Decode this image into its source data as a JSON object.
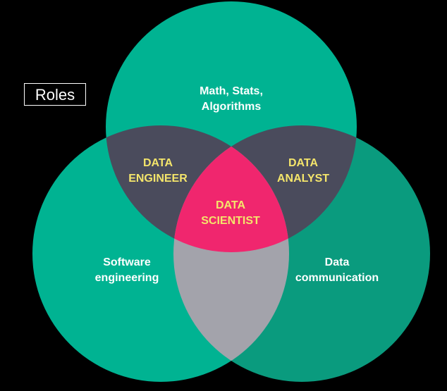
{
  "legend_title": "Roles",
  "colors": {
    "background": "#000000",
    "top_circle": "#00b392",
    "left_circle": "#00b392",
    "right_circle": "#0a9b7e",
    "skill_text": "#ffffff",
    "role_text": "#f4e56b",
    "top_left_overlap": "#4a4b5c",
    "top_right_overlap": "#4a4b5c",
    "bottom_overlap": "#a3a3ab",
    "center": "#f0266e"
  },
  "sets": {
    "top": [
      "Math, Stats,",
      "Algorithms"
    ],
    "left": [
      "Software",
      "engineering"
    ],
    "right": [
      "Data",
      "communication"
    ]
  },
  "roles": {
    "data_engineer": [
      "DATA",
      "ENGINEER"
    ],
    "data_analyst": [
      "DATA",
      "ANALYST"
    ],
    "data_scientist": [
      "DATA",
      "SCIENTIST"
    ]
  }
}
